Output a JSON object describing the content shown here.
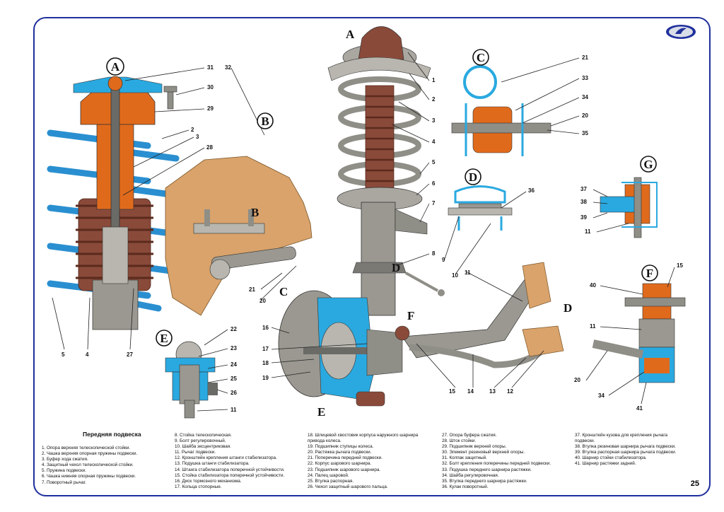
{
  "title": "Передняя подвеска",
  "page_number": "25",
  "colors": {
    "frame": "#1f2f9c",
    "steel": "#8f8e87",
    "rubber": "#e06a1c",
    "boot": "#8a4a3a",
    "blue": "#2aa9e0",
    "body": "#d9a36b"
  },
  "icons": [
    "lada-logo-icon"
  ],
  "views": {
    "A": "A",
    "B": "B",
    "C": "C",
    "D": "D",
    "E": "E",
    "F": "F",
    "G": "G"
  },
  "callouts": {
    "c1": "1",
    "c2": "2",
    "c3": "3",
    "c4": "4",
    "c5": "5",
    "c6": "6",
    "c7": "7",
    "c8": "8",
    "c9": "9",
    "c10": "10",
    "c11": "11",
    "c12": "12",
    "c13": "13",
    "c14": "14",
    "c15": "15",
    "c16": "16",
    "c17": "17",
    "c18": "18",
    "c19": "19",
    "c20": "20",
    "c21": "21",
    "c22": "22",
    "c23": "23",
    "c24": "24",
    "c25": "25",
    "c26": "26",
    "c27": "27",
    "c28": "28",
    "c29": "29",
    "c30": "30",
    "c31": "31",
    "c32": "32",
    "c33": "33",
    "c34": "34",
    "c35": "35",
    "c36": "36",
    "c37": "37",
    "c38": "38",
    "c39": "39",
    "c40": "40",
    "c41": "41"
  },
  "legend": [
    "1. Опора верхняя телескопической стойки.",
    "2. Чашка верхняя опорная пружины подвески.",
    "3. Буфер хода сжатия.",
    "4. Защитный чехол телескопической стойки.",
    "5. Пружина подвески.",
    "6. Чашка нижняя опорная пружины подвески.",
    "7. Поворотный рычаг.",
    "8. Стойка телескопическая.",
    "9. Болт регулировочный.",
    "10. Шайба эксцентриковая.",
    "11. Рычаг подвески.",
    "12. Кронштейн крепления штанги стабилизатора.",
    "13. Подушка штанги стабилизатора.",
    "14. Штанга стабилизатора поперечной устойчивости.",
    "15. Стойка стабилизатора поперечной устойчивости.",
    "16. Диск тормозного механизма.",
    "17. Кольца стопорные.",
    "18. Шлицевой хвостовик корпуса наружного шарнира",
    "привода колеса.",
    "19. Подшипник ступицы колеса.",
    "20. Растяжка рычага подвески.",
    "21. Поперечина передней подвески.",
    "22. Корпус шарового шарнира.",
    "23. Подшипник шарового шарнира.",
    "24. Палец шаровой.",
    "25. Втулка распорная.",
    "26. Чехол защитный шарового пальца.",
    "27. Опора буфера сжатия.",
    "28. Шток стойки.",
    "29. Подшипник верхней опоры.",
    "30. Элемент резиновый верхней опоры.",
    "31. Колпак защитный.",
    "32. Болт крепления поперечины передней подвески.",
    "33. Подушка переднего шарнира растяжки.",
    "34. Шайба регулировочная.",
    "35. Втулка переднего шарнира растяжки.",
    "36. Кулак поворотный.",
    "37. Кронштейн кузова для крепления рычага",
    "подвески.",
    "38. Втулка резиновая шарнира рычага подвески.",
    "39. Втулка распорная шарнира рычага подвески.",
    "40. Шарнир стойки стабилизатора.",
    "41. Шарнир растяжки задний."
  ]
}
